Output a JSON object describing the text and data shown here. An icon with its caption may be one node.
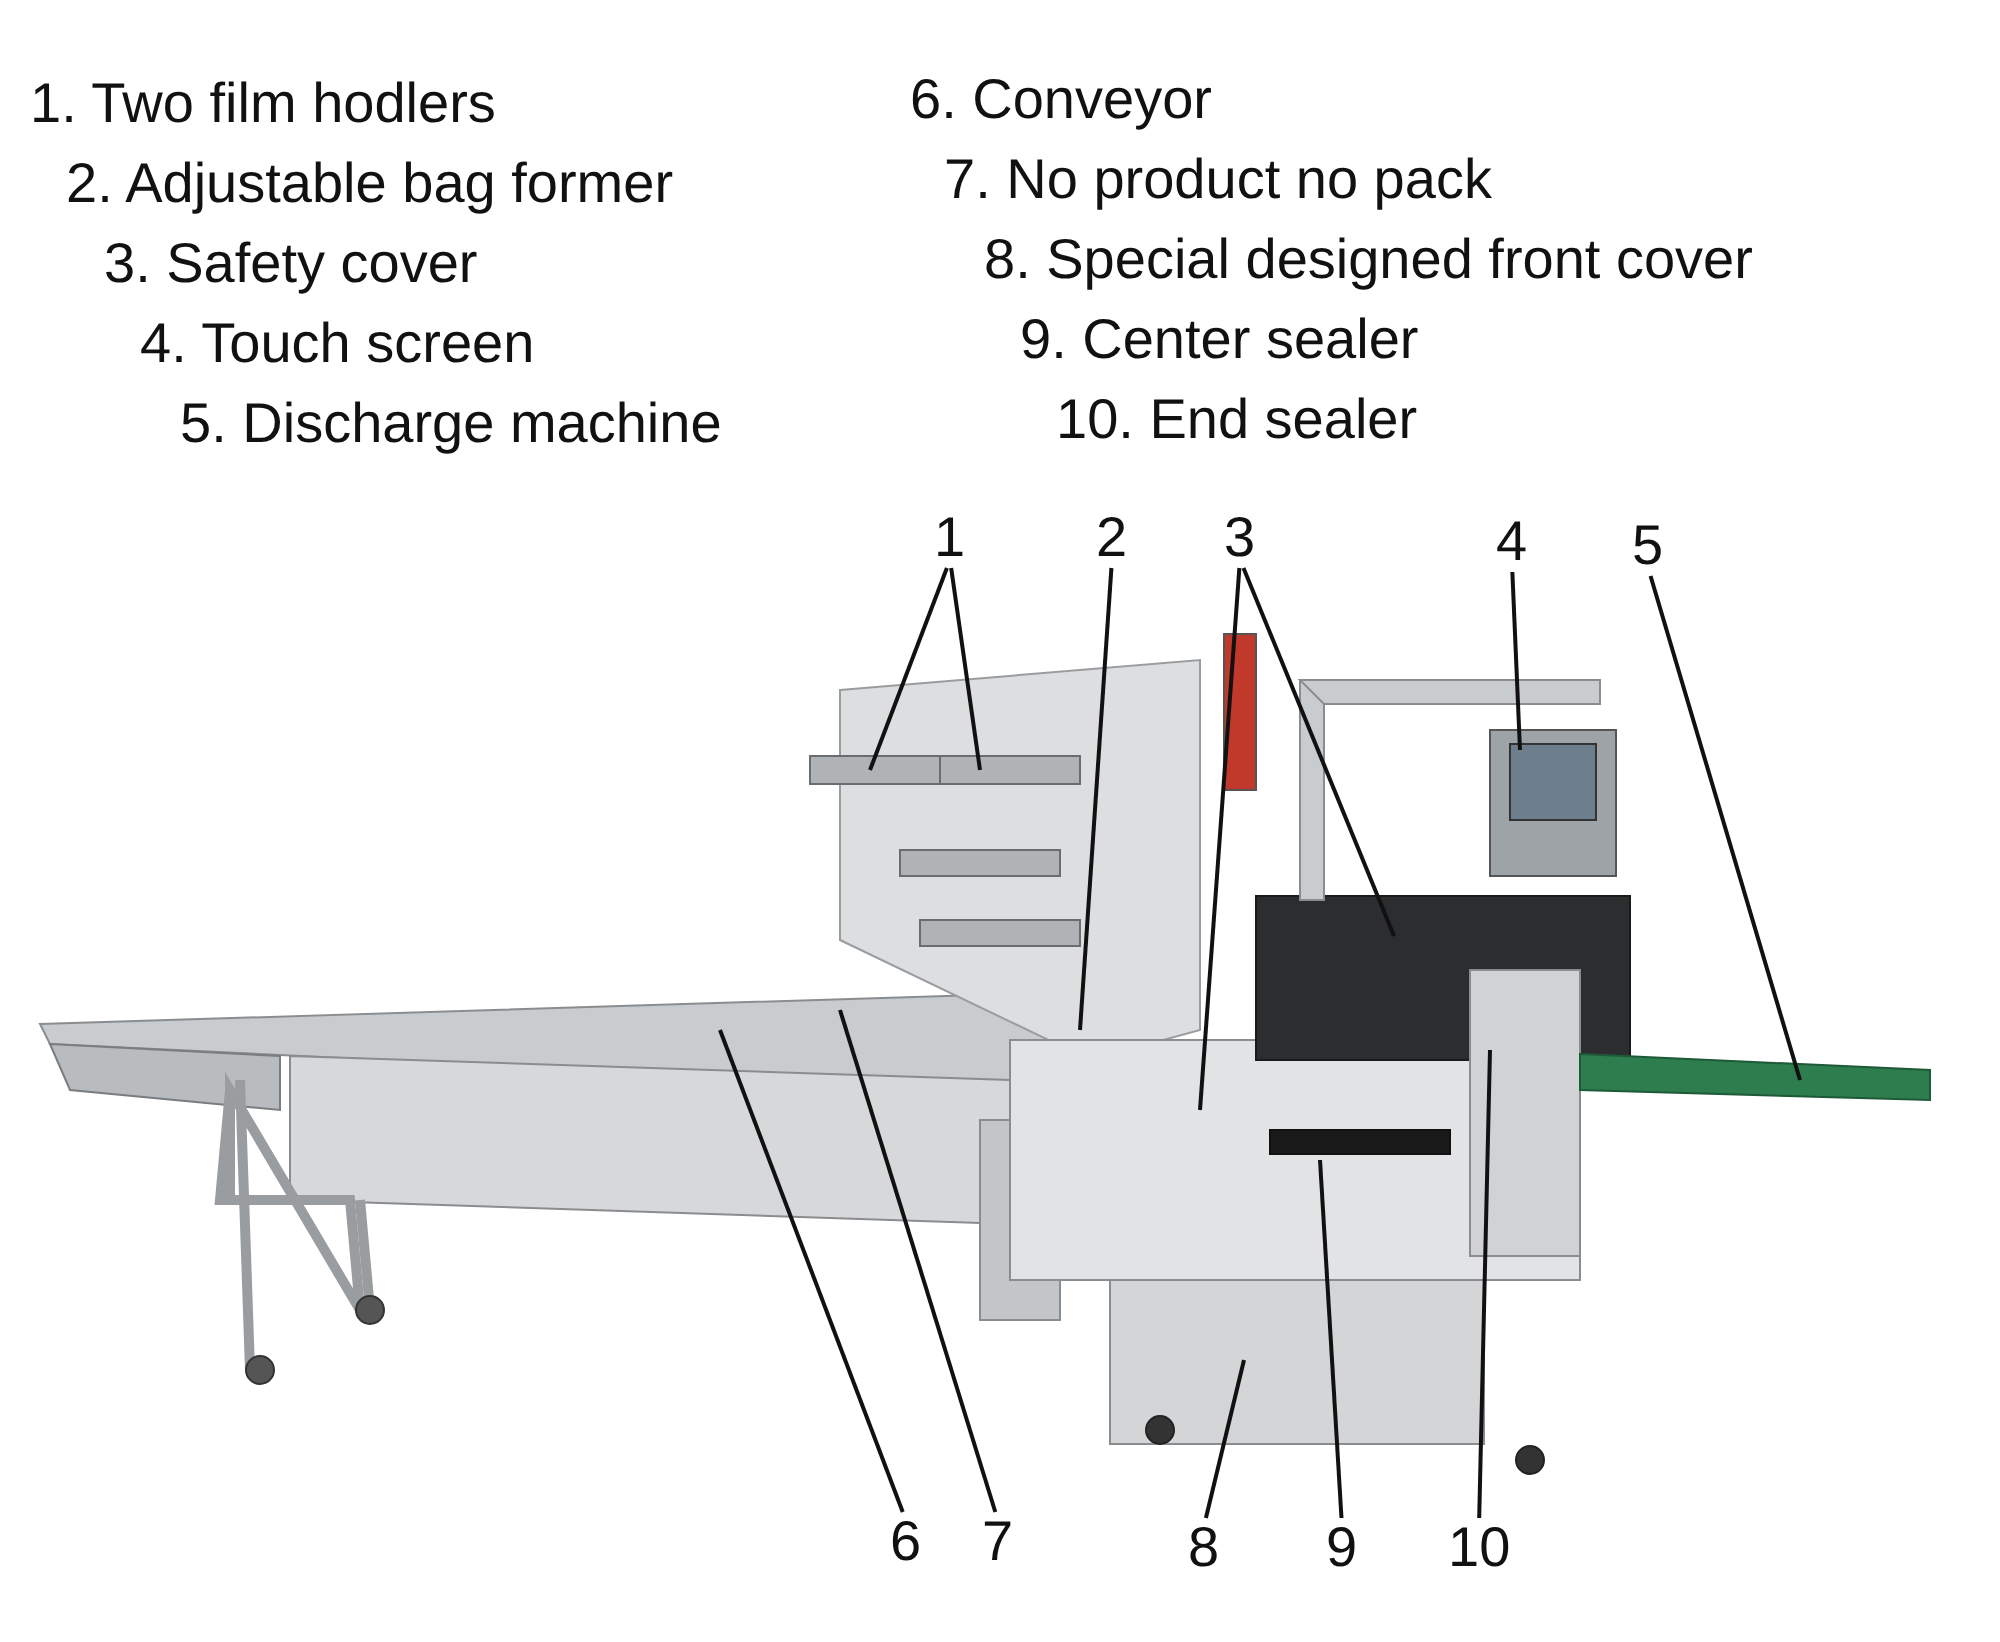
{
  "diagram": {
    "nodes": [
      {
        "text": [
          "1"
        ]
      },
      {
        "text": [
          "2"
        ]
      },
      {
        "text": [
          "3"
        ]
      },
      {
        "text": [
          "4"
        ]
      },
      {
        "text": [
          "5"
        ]
      },
      {
        "text": [
          "6"
        ]
      },
      {
        "text": [
          "7"
        ]
      },
      {
        "text": [
          "8"
        ]
      },
      {
        "text": [
          "9"
        ]
      },
      {
        "text": [
          "10"
        ]
      }
    ],
    "edges": [
      {
        "from": 0,
        "to": null,
        "arrow": "none"
      },
      {
        "from": 0,
        "to": null,
        "arrow": "none"
      },
      {
        "from": 1,
        "to": null,
        "arrow": "none"
      },
      {
        "from": 2,
        "to": null,
        "arrow": "none"
      },
      {
        "from": 2,
        "to": null,
        "arrow": "none"
      },
      {
        "from": 3,
        "to": null,
        "arrow": "none"
      },
      {
        "from": 4,
        "to": null,
        "arrow": "none"
      },
      {
        "from": 5,
        "to": null,
        "arrow": "none"
      },
      {
        "from": 6,
        "to": null,
        "arrow": "none"
      },
      {
        "from": 7,
        "to": null,
        "arrow": "none"
      },
      {
        "from": 8,
        "to": null,
        "arrow": "none"
      },
      {
        "from": 9,
        "to": null,
        "arrow": "none"
      }
    ],
    "labels": [
      "1. Two film hodlers",
      "6. Conveyor",
      "2. Adjustable bag former",
      "7. No product no pack",
      "3. Safety cover",
      "8. Special designed front cover",
      "4. Touch screen",
      "9. Center sealer",
      "5. Discharge machine",
      "10. End sealer"
    ]
  }
}
